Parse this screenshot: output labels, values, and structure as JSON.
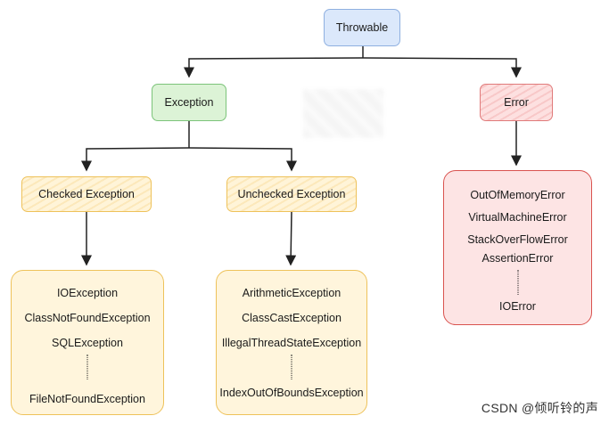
{
  "nodes": {
    "throwable": "Throwable",
    "exception": "Exception",
    "error": "Error",
    "checked": "Checked Exception",
    "unchecked": "Unchecked Exception"
  },
  "checked_list": [
    "IOException",
    "ClassNotFoundException",
    "SQLException",
    "FileNotFoundException"
  ],
  "unchecked_list": [
    "ArithmeticException",
    "ClassCastException",
    "IllegalThreadStateException",
    "IndexOutOfBoundsException"
  ],
  "error_list": [
    "OutOfMemoryError",
    "VirtualMachineError",
    "StackOverFlowError",
    "AssertionError",
    "IOError"
  ],
  "watermark": "CSDN @倾听铃的声",
  "colors": {
    "root": "#dbe8fb",
    "exception": "#dcf3d6",
    "error": "#fde0e0",
    "category": "#fff4d8",
    "connector": "#222222"
  }
}
